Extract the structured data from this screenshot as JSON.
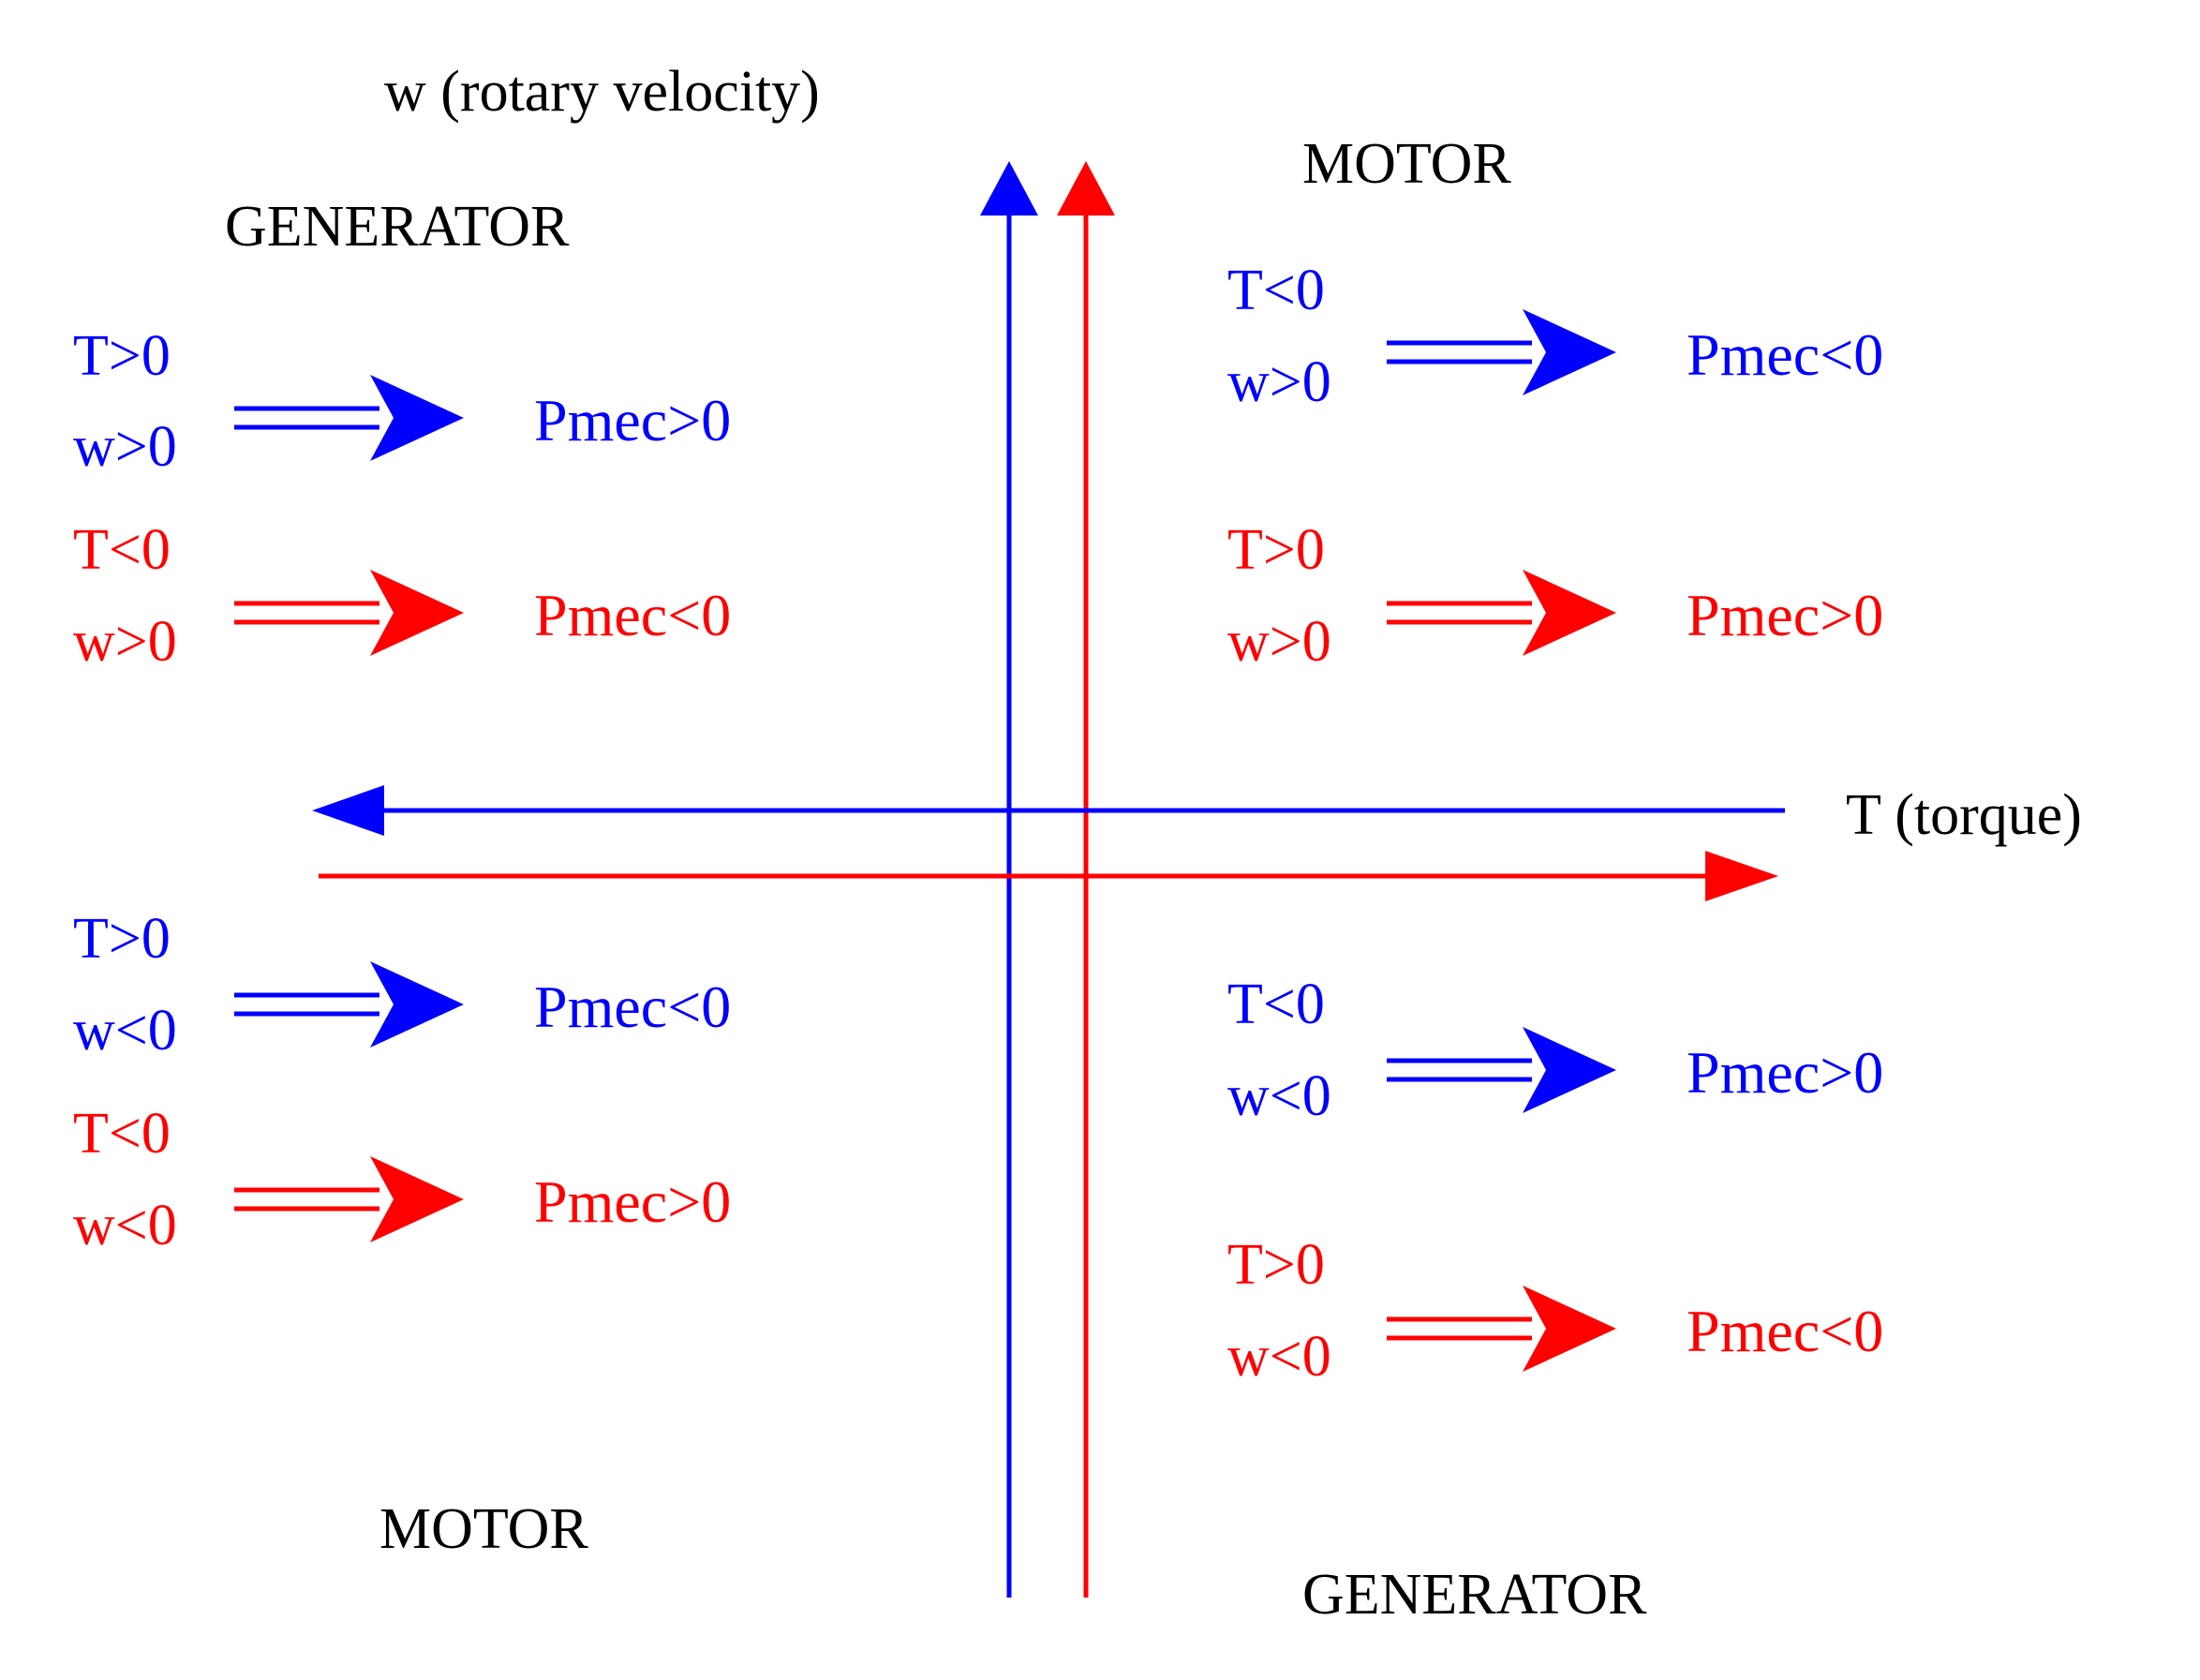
{
  "colors": {
    "blue": "#0000ff",
    "red": "#ff0000",
    "black": "#000000",
    "background": "#ffffff"
  },
  "axes": {
    "vertical_label": "w (rotary velocity)",
    "horizontal_label": "T (torque)"
  },
  "regions": {
    "top_left": "GENERATOR",
    "top_right": "MOTOR",
    "bottom_left": "MOTOR",
    "bottom_right": "GENERATOR"
  },
  "cases": {
    "top_left_blue": {
      "t": "T>0",
      "w": "w>0",
      "p": "Pmec>0",
      "color": "#0000ff"
    },
    "top_left_red": {
      "t": "T<0",
      "w": "w>0",
      "p": "Pmec<0",
      "color": "#ff0000"
    },
    "top_right_blue": {
      "t": "T<0",
      "w": "w>0",
      "p": "Pmec<0",
      "color": "#0000ff"
    },
    "top_right_red": {
      "t": "T>0",
      "w": "w>0",
      "p": "Pmec>0",
      "color": "#ff0000"
    },
    "bottom_left_blue": {
      "t": "T>0",
      "w": "w<0",
      "p": "Pmec<0",
      "color": "#0000ff"
    },
    "bottom_left_red": {
      "t": "T<0",
      "w": "w<0",
      "p": "Pmec>0",
      "color": "#ff0000"
    },
    "bottom_right_blue": {
      "t": "T<0",
      "w": "w<0",
      "p": "Pmec>0",
      "color": "#0000ff"
    },
    "bottom_right_red": {
      "t": "T>0",
      "w": "w<0",
      "p": "Pmec<0",
      "color": "#ff0000"
    }
  }
}
